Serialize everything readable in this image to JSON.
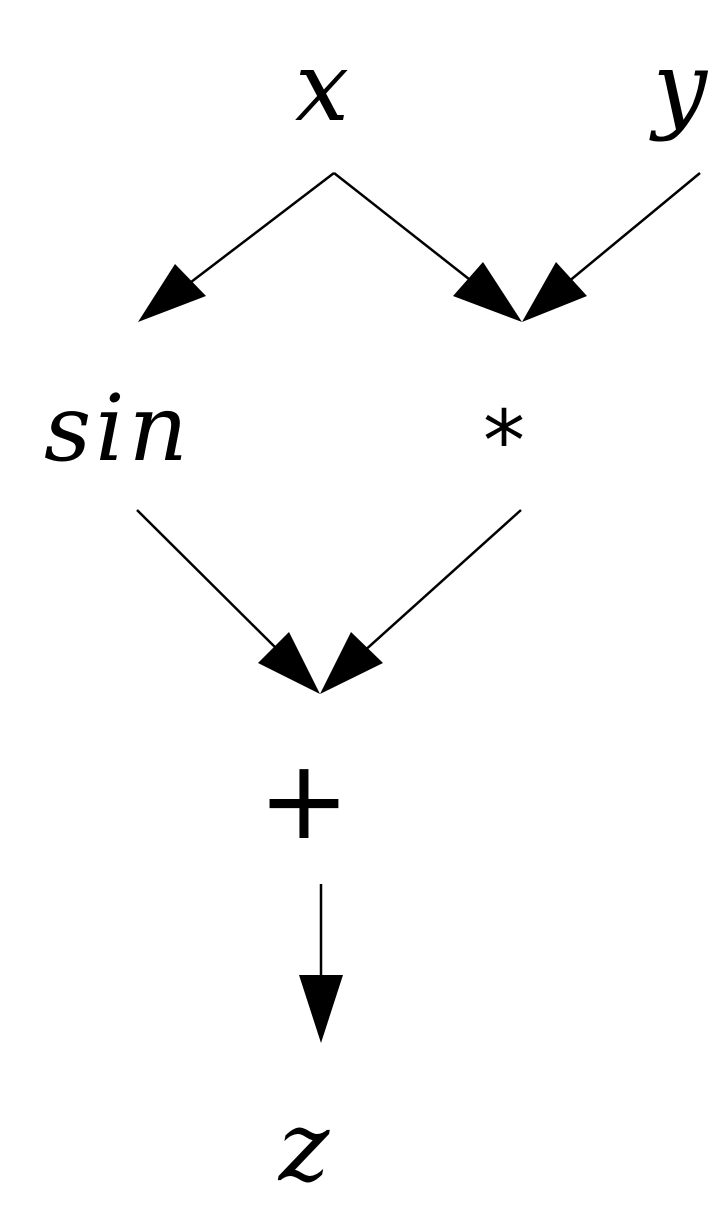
{
  "nodes": {
    "x": "x",
    "y": "y",
    "sin": "sin",
    "mul": "*",
    "add": "+",
    "z": "z"
  },
  "edges": [
    {
      "from": "x",
      "to": "sin"
    },
    {
      "from": "x",
      "to": "mul"
    },
    {
      "from": "y",
      "to": "mul"
    },
    {
      "from": "sin",
      "to": "add"
    },
    {
      "from": "mul",
      "to": "add"
    },
    {
      "from": "add",
      "to": "z"
    }
  ]
}
